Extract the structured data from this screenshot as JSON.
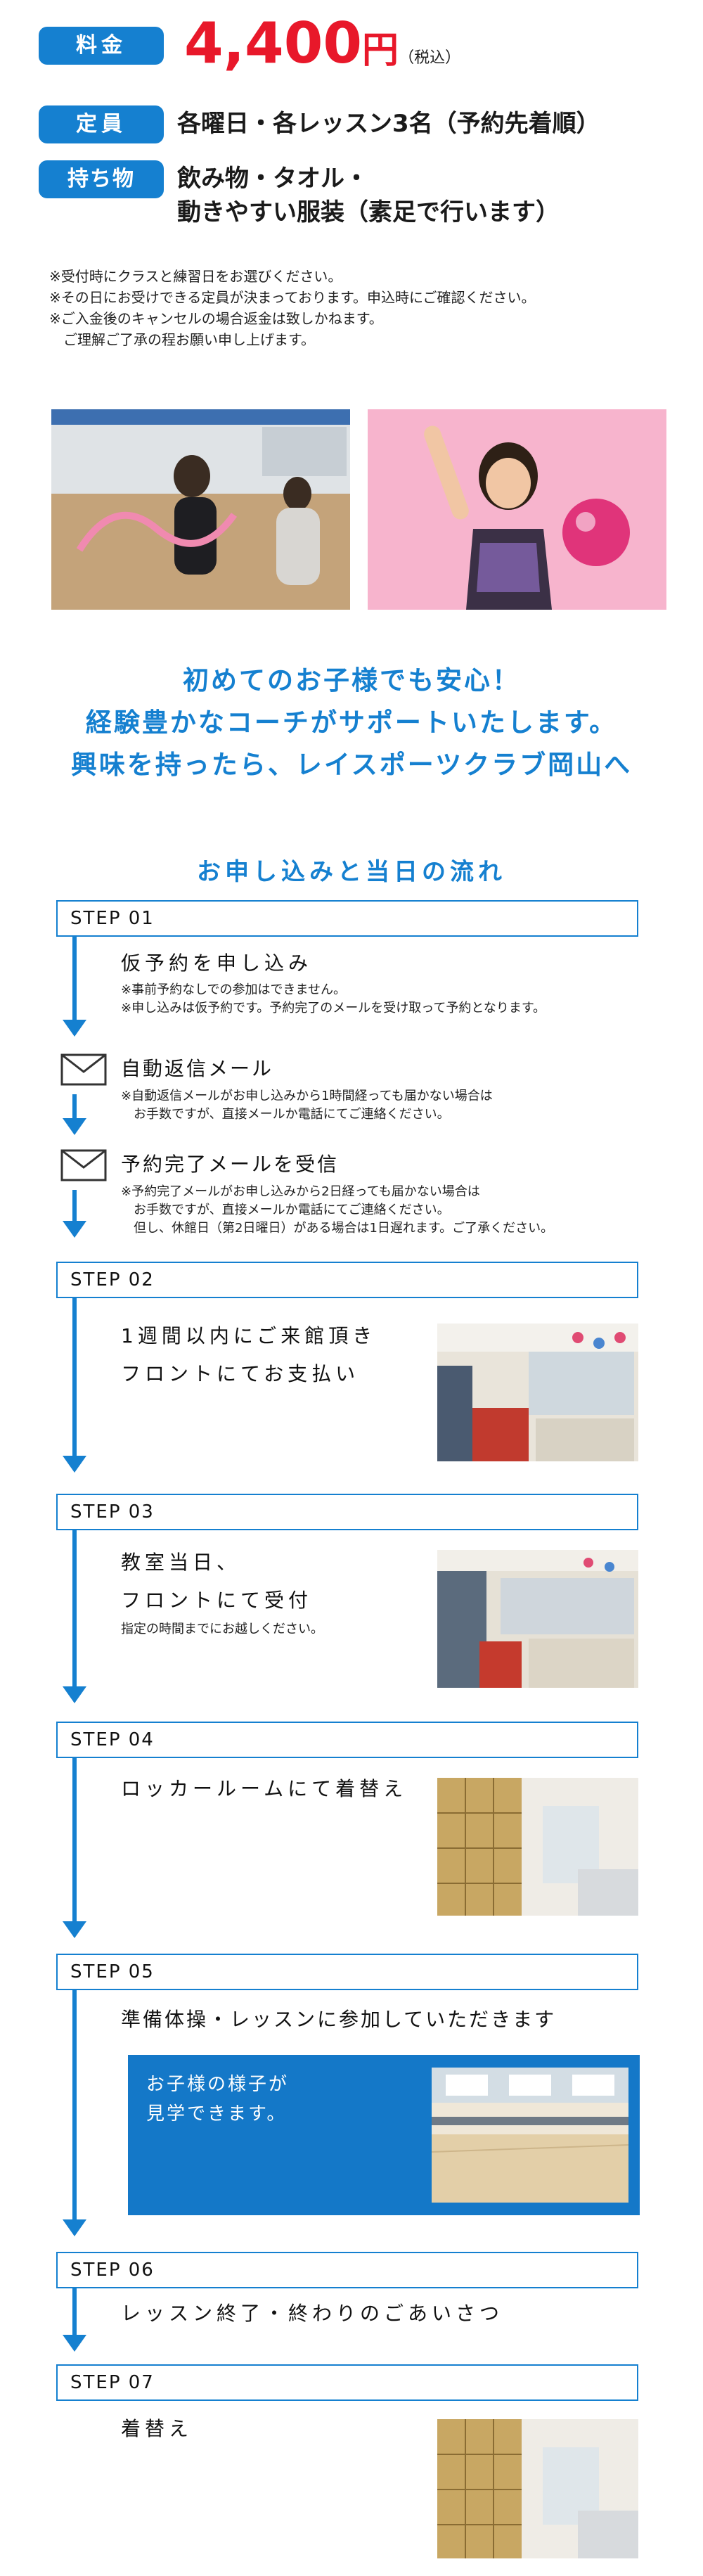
{
  "fee": {
    "label": "料金",
    "price": "4,400",
    "yen": "円",
    "tax": "（税込）"
  },
  "capacity": {
    "label": "定員",
    "text": "各曜日・各レッスン3名（予約先着順）"
  },
  "bring": {
    "label": "持ち物",
    "line1": "飲み物・タオル・",
    "line2": "動きやすい服装（素足で行います）"
  },
  "notes": [
    "※受付時にクラスと練習日をお選びください。",
    "※その日にお受けできる定員が決まっております。申込時にご確認ください。",
    "※ご入金後のキャンセルの場合返金は致しかねます。",
    "　ご理解ご了承の程お願い申し上げます。"
  ],
  "lead": [
    "初めてのお子様でも安心！",
    "経験豊かなコーチがサポートいたします。",
    "興味を持ったら、レイスポーツクラブ岡山へ"
  ],
  "flow_title": "お申し込みと当日の流れ",
  "step01": {
    "label": "STEP 01",
    "title": "仮予約を申し込み",
    "subs": [
      "※事前予約なしでの参加はできません。",
      "※申し込みは仮予約です。予約完了のメールを受け取って予約となります。"
    ],
    "mail1_title": "自動返信メール",
    "mail1_subs": [
      "※自動返信メールがお申し込みから1時間経っても届かない場合は",
      "　お手数ですが、直接メールか電話にてご連絡ください。"
    ],
    "mail2_title": "予約完了メールを受信",
    "mail2_subs": [
      "※予約完了メールがお申し込みから2日経っても届かない場合は",
      "　お手数ですが、直接メールか電話にてご連絡ください。",
      "　但し、休館日（第2日曜日）がある場合は1日遅れます。ご了承ください。"
    ]
  },
  "step02": {
    "label": "STEP 02",
    "line1": "1週間以内にご来館頂き",
    "line2": "フロントにてお支払い"
  },
  "step03": {
    "label": "STEP 03",
    "line1": "教室当日、",
    "line2": "フロントにて受付",
    "sub": "指定の時間までにお越しください。"
  },
  "step04": {
    "label": "STEP 04",
    "title": "ロッカールームにて着替え"
  },
  "step05": {
    "label": "STEP 05",
    "title": "準備体操・レッスンに参加していただきます",
    "box_line1": "お子様の様子が",
    "box_line2": "見学できます。"
  },
  "step06": {
    "label": "STEP 06",
    "title": "レッスン終了・終わりのごあいさつ"
  },
  "step07": {
    "label": "STEP 07",
    "title": "着替え"
  },
  "colors": {
    "accent": "#1580d0",
    "price": "#e8182a",
    "box": "#1478c8"
  }
}
